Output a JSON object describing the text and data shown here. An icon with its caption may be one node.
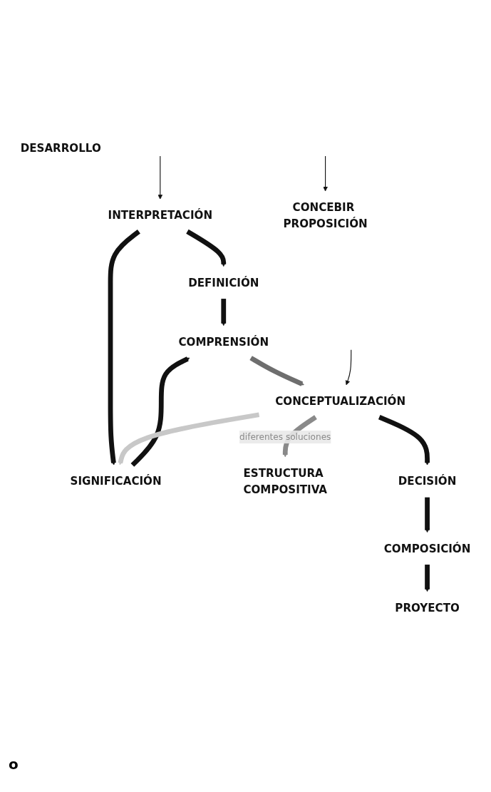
{
  "diagram": {
    "nodes": [
      {
        "text": [
          "INTERPRETACIÓN"
        ]
      },
      {
        "text": [
          "DEFINICIÓN"
        ]
      },
      {
        "text": [
          "SIGNIFICACIÓN"
        ]
      },
      {
        "text": [
          "COMPRENSIÓN"
        ]
      },
      {
        "text": [
          "CONCEPTUALIZACIÓN"
        ]
      },
      {
        "text": [
          "ESTRUCTURA COMPOSITIVA"
        ]
      },
      {
        "text": [
          "DECISIÓN"
        ]
      },
      {
        "text": [
          "CONCEBIR PROPOSICIÓN"
        ]
      },
      {
        "text": [
          "COMPOSICIÓN"
        ]
      },
      {
        "text": [
          "DESARROLLO"
        ]
      },
      {
        "text": [
          "PROYECTO"
        ]
      }
    ],
    "edges": [
      {
        "from": null,
        "to": 0,
        "arrow": "to"
      },
      {
        "from": 0,
        "to": 1,
        "arrow": "to"
      },
      {
        "from": 0,
        "to": 2,
        "arrow": "to"
      },
      {
        "from": 1,
        "to": 3,
        "arrow": "to"
      },
      {
        "from": 2,
        "to": 3,
        "arrow": "to"
      },
      {
        "from": 3,
        "to": 4,
        "arrow": "to",
        "color": "#6e6e6e"
      },
      {
        "from": 4,
        "to": 2,
        "arrow": "to",
        "color": "#c8c8c8"
      },
      {
        "from": null,
        "to": 4,
        "arrow": "to"
      },
      {
        "from": 4,
        "to": 5,
        "arrow": "to",
        "label": "diferentes soluciones",
        "color": "#8a8a8a"
      },
      {
        "from": 4,
        "to": 6,
        "arrow": "to"
      },
      {
        "from": null,
        "to": 7,
        "arrow": "to"
      },
      {
        "from": 6,
        "to": 8,
        "arrow": "to"
      },
      {
        "from": 8,
        "to": 10,
        "arrow": "to"
      }
    ],
    "labels": [
      "o"
    ]
  }
}
